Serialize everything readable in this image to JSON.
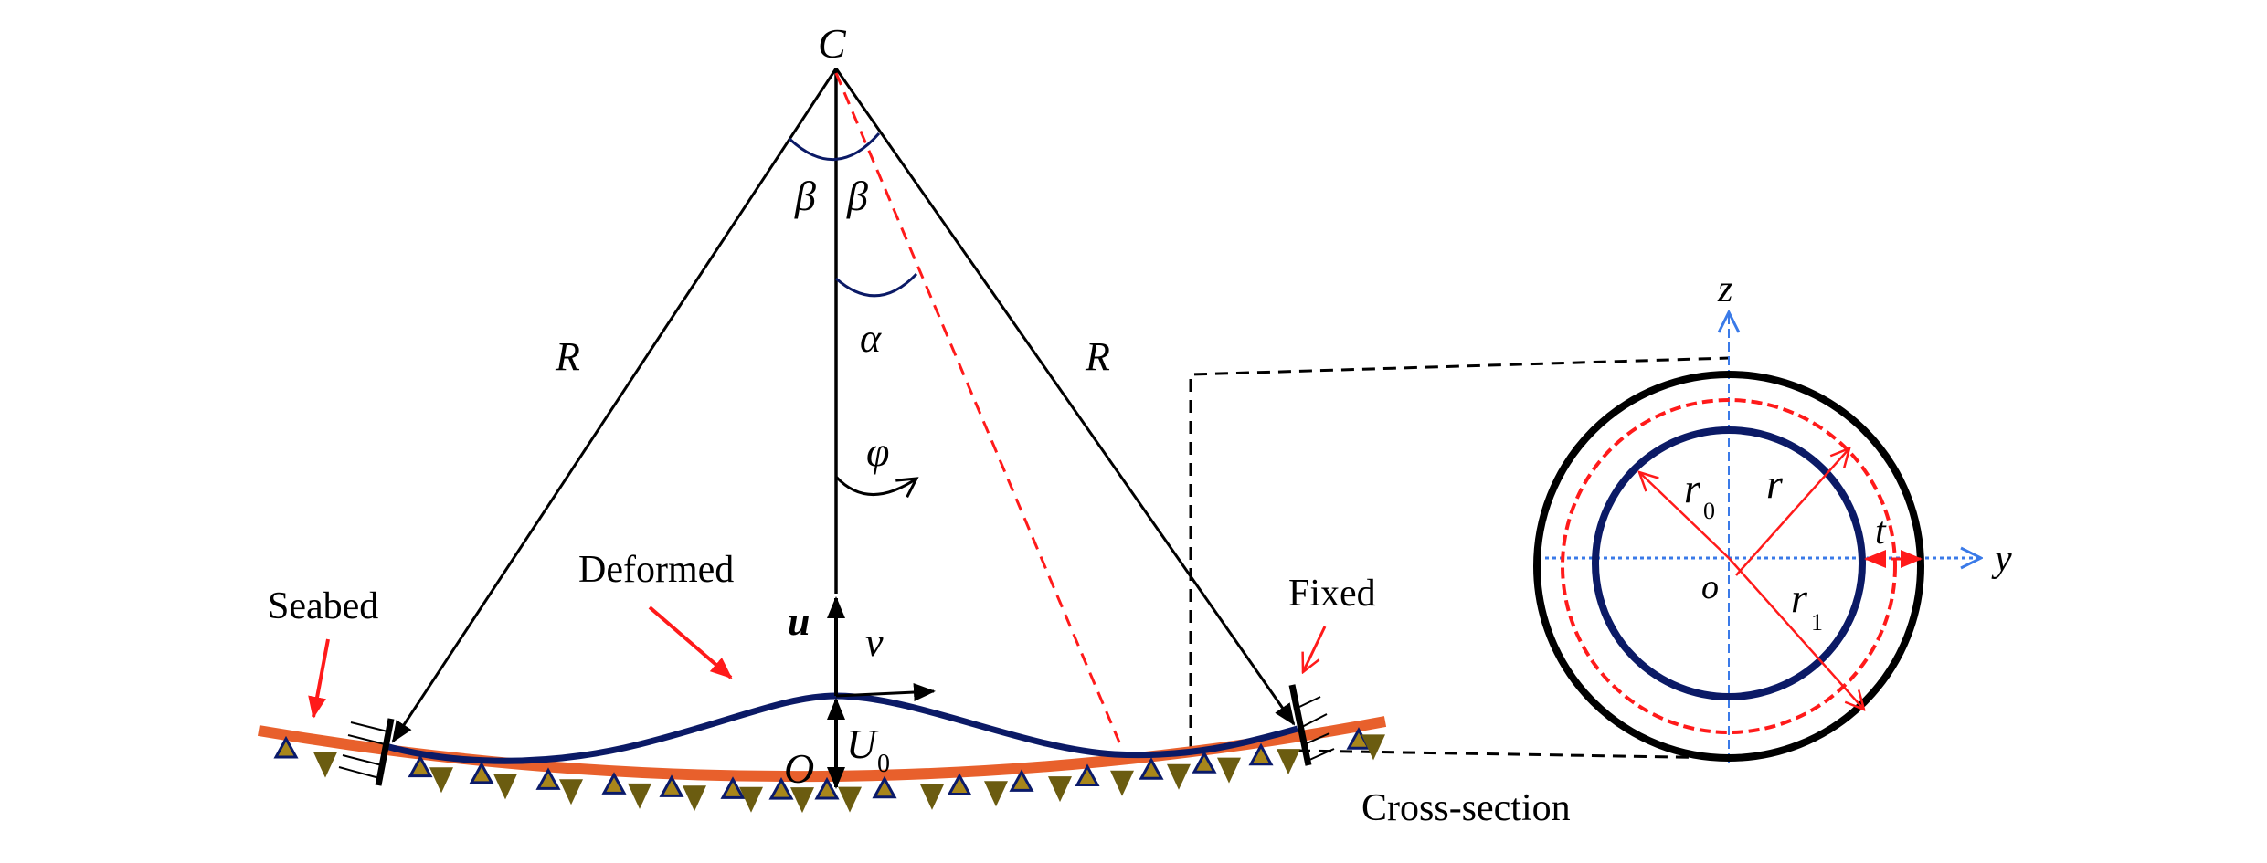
{
  "diagram": {
    "title": "Pipeline on seabed with deformed configuration and cross-section",
    "labels": {
      "center": "C",
      "beta_left": "β",
      "beta_right": "β",
      "alpha": "α",
      "radius_left": "R",
      "radius_right": "R",
      "phi": "φ",
      "u": "u",
      "v": "v",
      "U0_main": "U",
      "U0_sub": "0",
      "origin": "O",
      "seabed": "Seabed",
      "deformed": "Deformed",
      "fixed": "Fixed",
      "cross_section": "Cross-section"
    },
    "cross_section": {
      "axis_z": "z",
      "axis_y": "y",
      "origin": "o",
      "r0_main": "r",
      "r0_sub": "0",
      "r": "r",
      "r1_main": "r",
      "r1_sub": "1",
      "t": "t"
    },
    "colors": {
      "seabed": "#e8602c",
      "pipe": "#0b1a66",
      "red": "#ff1a1a",
      "axis_blue": "#3a7ae8",
      "soil_down": "#6b5c10",
      "soil_up": "#a8861a",
      "soil_up_border": "#0a1a6a"
    }
  }
}
